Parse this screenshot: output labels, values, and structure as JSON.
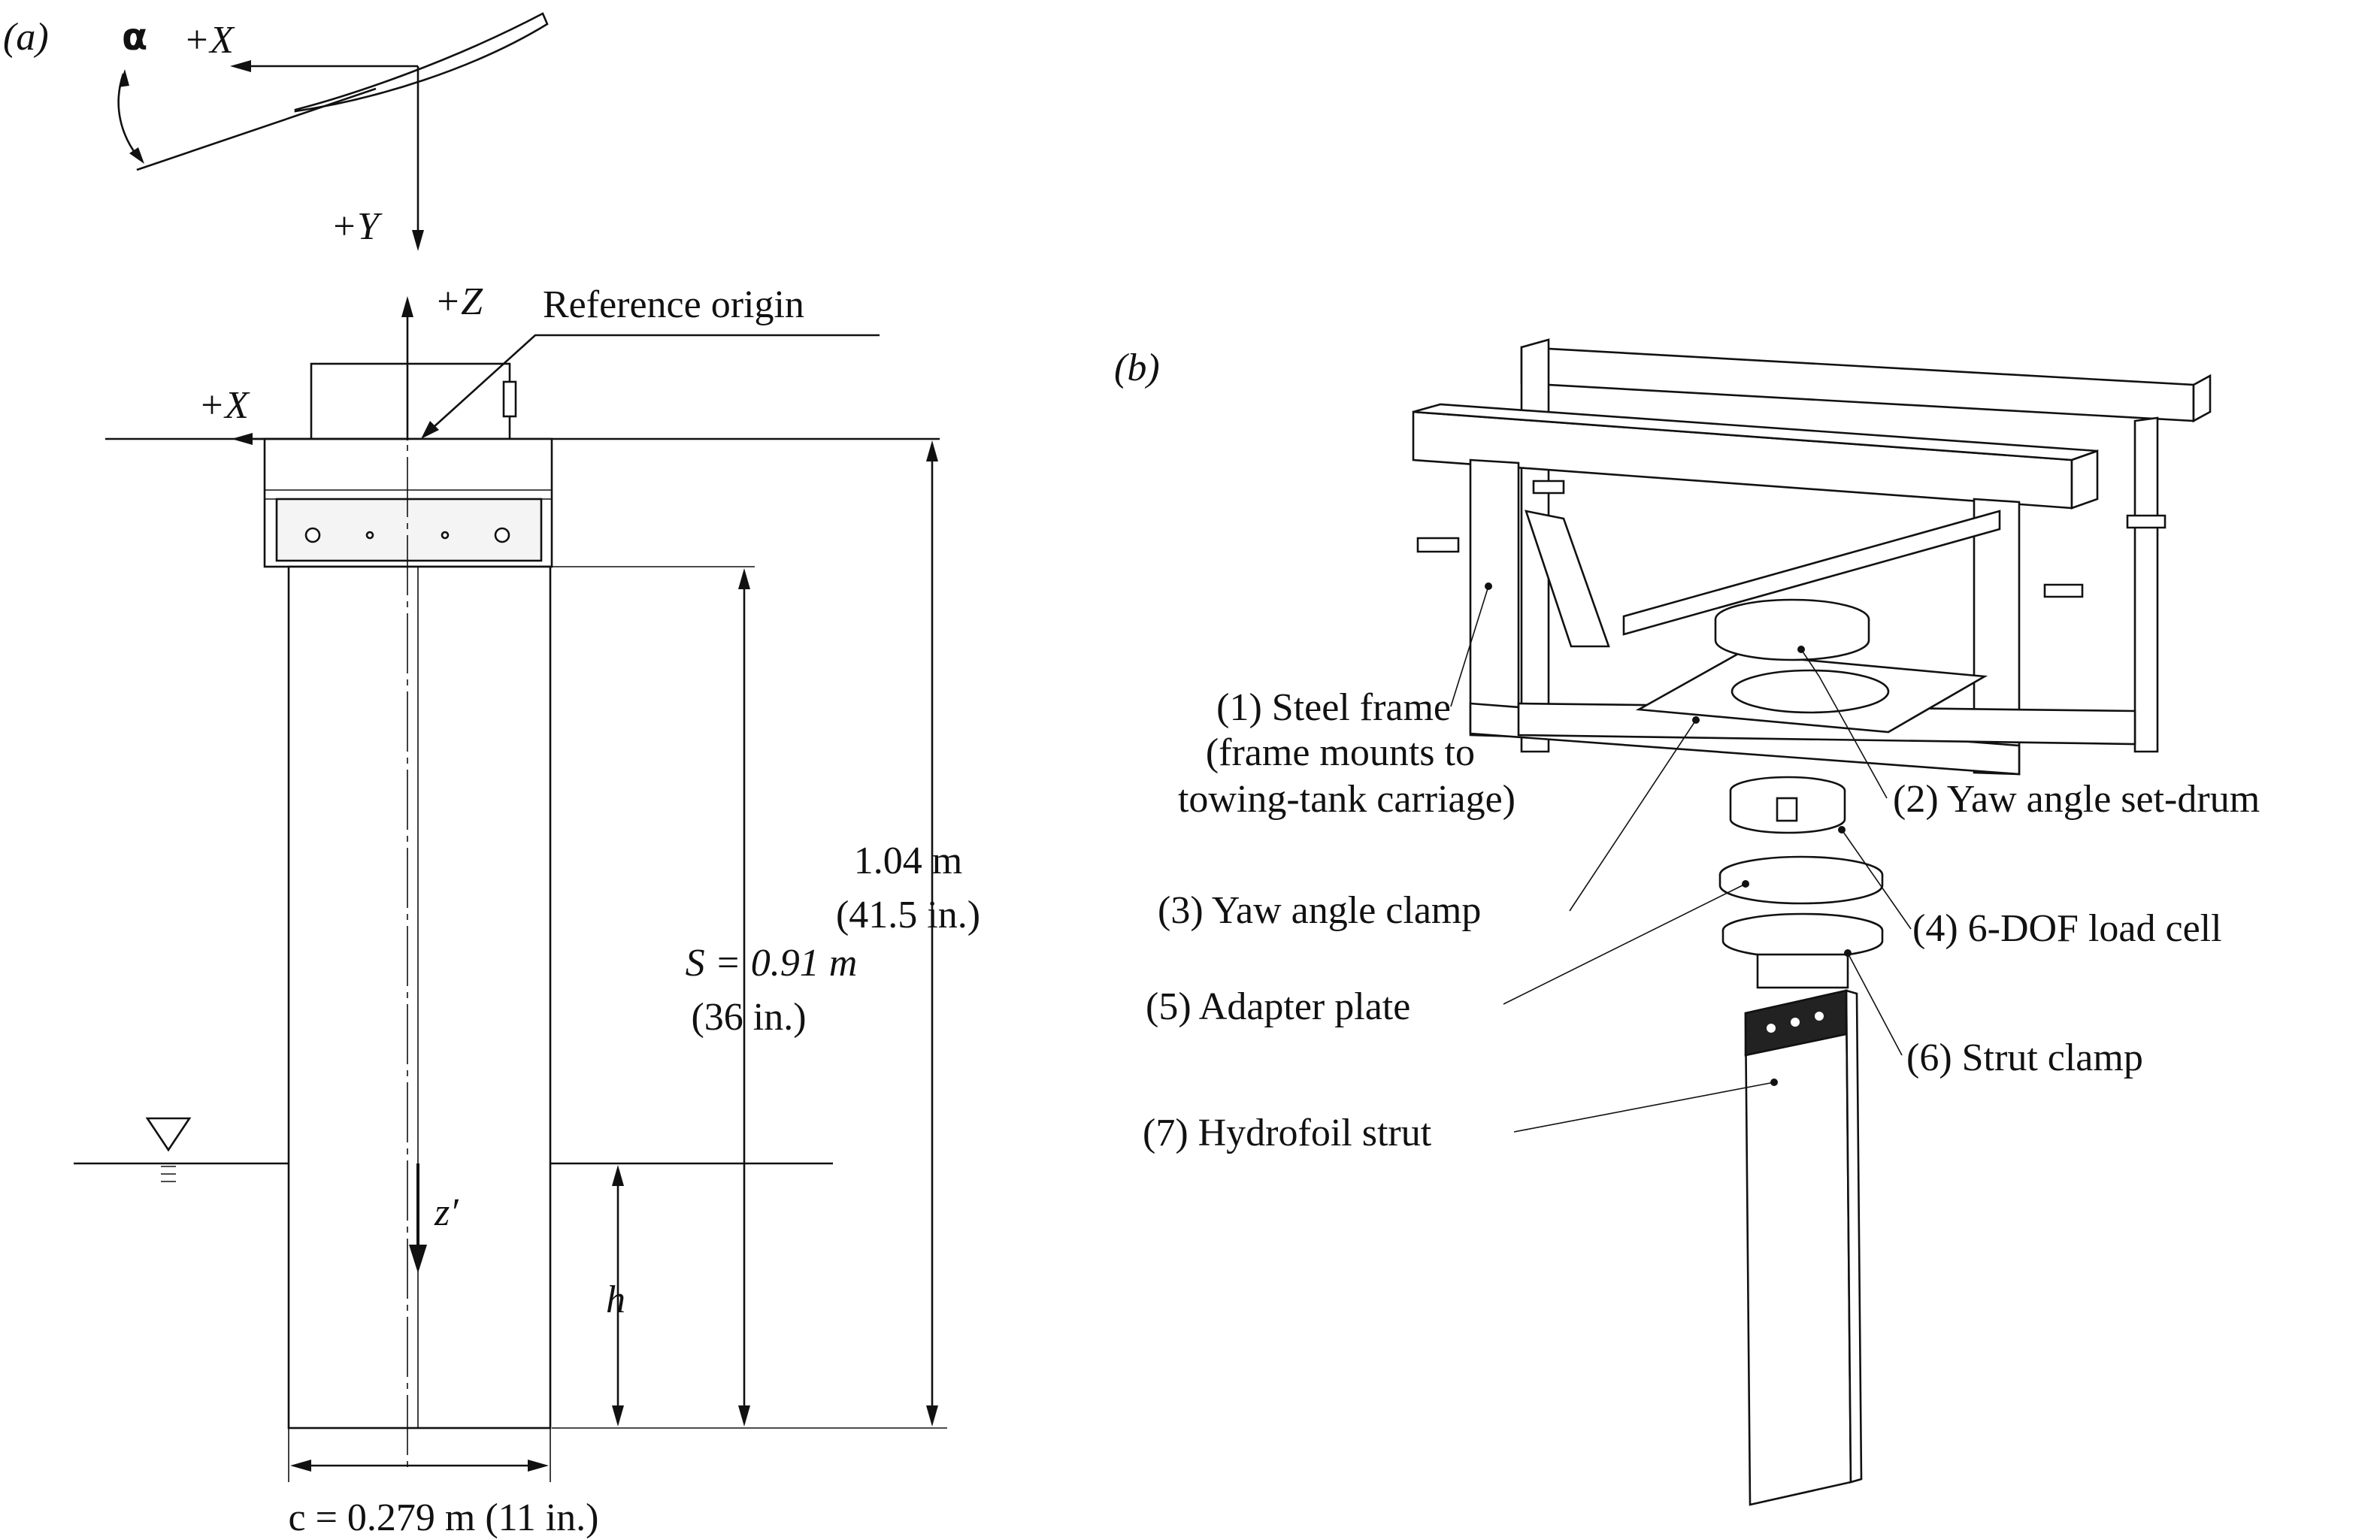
{
  "panel_a": {
    "panel_label": "(a)",
    "top_view": {
      "alpha": "α",
      "plus_x": "+X",
      "plus_y": "+Y"
    },
    "side_view": {
      "plus_z": "+Z",
      "plus_x": "+X",
      "reference_origin": "Reference origin",
      "z_prime": "z′",
      "h": "h",
      "height_m": "1.04  m",
      "height_in": "(41.5  in.)",
      "span_s": "S = 0.91  m",
      "span_in": "(36  in.)",
      "chord": "c = 0.279  m (11  in.)"
    }
  },
  "panel_b": {
    "panel_label": "(b)",
    "labels": {
      "steel_frame_1": "(1) Steel frame",
      "steel_frame_2": "(frame mounts to",
      "steel_frame_3": "towing-tank carriage)",
      "yaw_drum": "(2) Yaw angle set-drum",
      "yaw_clamp": "(3) Yaw angle clamp",
      "load_cell": "(4) 6-DOF load cell",
      "adapter_plate": "(5) Adapter plate",
      "strut_clamp": "(6) Strut clamp",
      "hydrofoil_strut": "(7) Hydrofoil strut"
    }
  }
}
